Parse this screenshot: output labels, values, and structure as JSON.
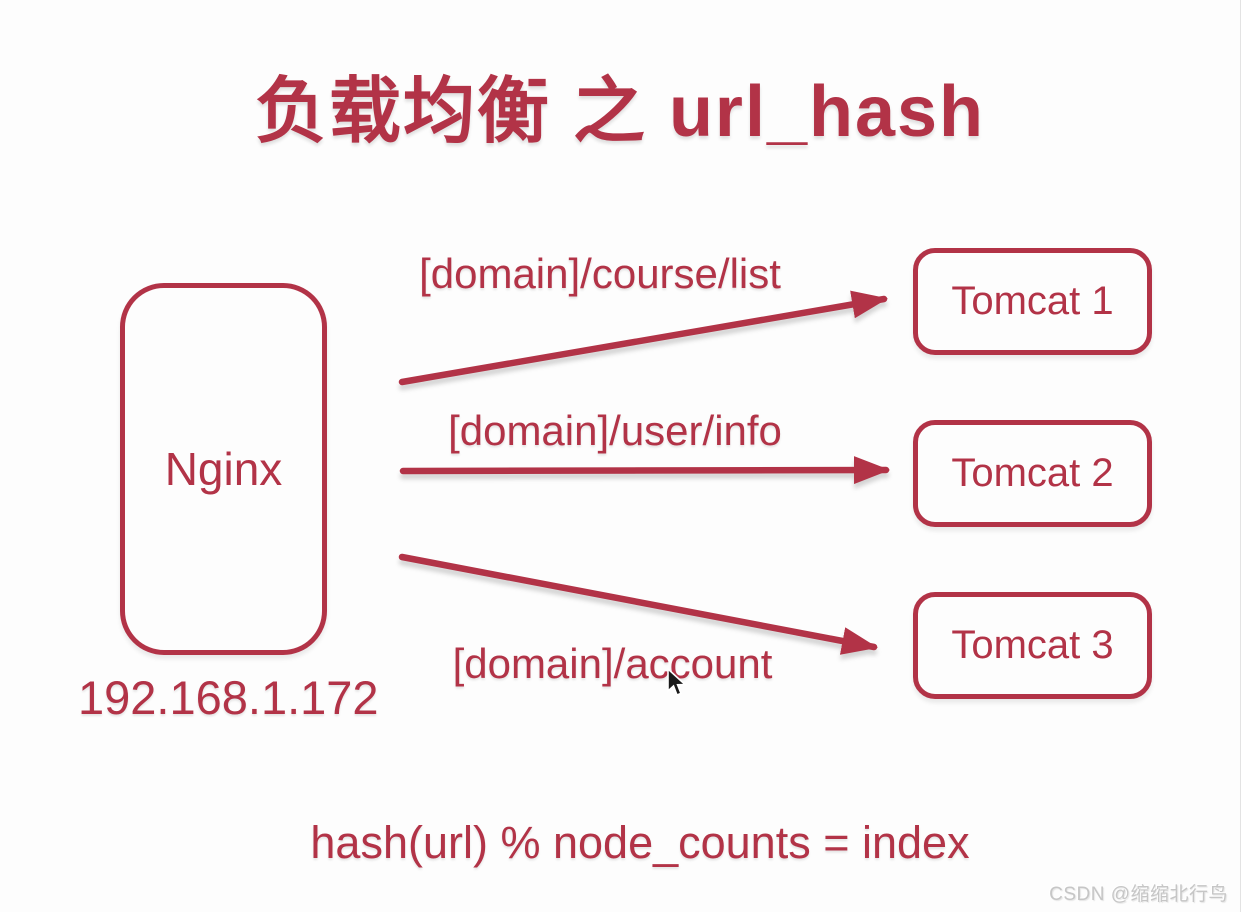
{
  "title": "负载均衡 之 url_hash",
  "colors": {
    "accent": "#b23347",
    "background": "#fdfdfd",
    "watermark_gray": "#c6c6c6"
  },
  "load_balancer": {
    "label": "Nginx",
    "ip": "192.168.1.172"
  },
  "servers": [
    {
      "label": "Tomcat 1"
    },
    {
      "label": "Tomcat 2"
    },
    {
      "label": "Tomcat 3"
    }
  ],
  "routes": [
    {
      "label": "[domain]/course/list",
      "target": "Tomcat 1"
    },
    {
      "label": "[domain]/user/info",
      "target": "Tomcat 2"
    },
    {
      "label": "[domain]/account",
      "target": "Tomcat 3"
    }
  ],
  "formula": "hash(url) % node_counts = index",
  "watermark": "CSDN @缩缩北行鸟"
}
